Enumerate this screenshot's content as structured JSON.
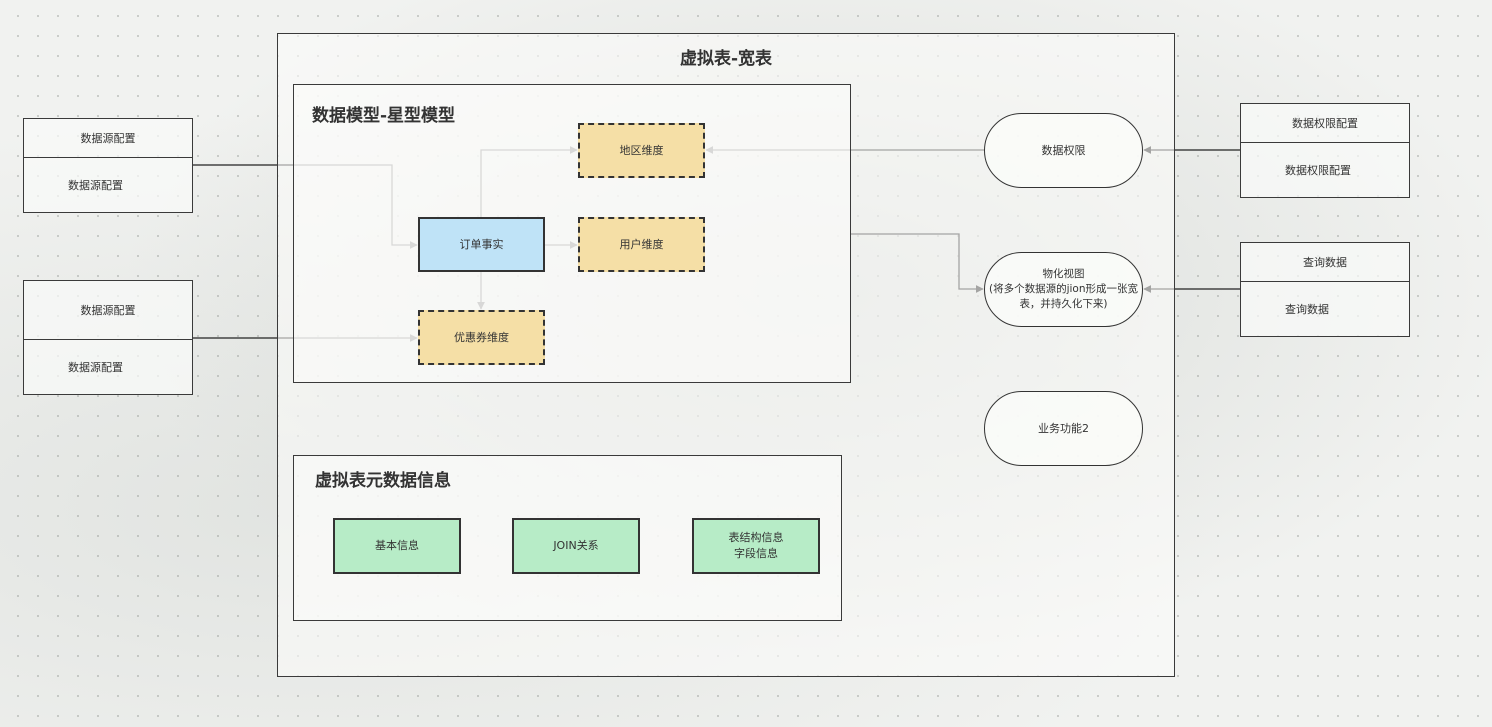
{
  "virtual_table": {
    "title": "虚拟表-宽表"
  },
  "data_model": {
    "title": "数据模型-星型模型",
    "fact": "订单事实",
    "dim_region": "地区维度",
    "dim_user": "用户维度",
    "dim_coupon": "优惠券维度"
  },
  "metadata": {
    "title": "虚拟表元数据信息",
    "basic": "基本信息",
    "join": "JOIN关系",
    "schema_line1": "表结构信息",
    "schema_line2": "字段信息"
  },
  "sources": [
    {
      "header": "数据源配置",
      "body": "数据源配置"
    },
    {
      "header": "数据源配置",
      "body": "数据源配置"
    }
  ],
  "right_configs": {
    "permission": {
      "header": "数据权限配置",
      "body": "数据权限配置"
    },
    "query": {
      "header": "查询数据",
      "body": "查询数据"
    }
  },
  "features": {
    "permission": "数据权限",
    "mview_line1": "物化视图",
    "mview_line2": "(将多个数据源的jion形成一张宽",
    "mview_line3": "表，并持久化下来)",
    "feature2": "业务功能2"
  }
}
